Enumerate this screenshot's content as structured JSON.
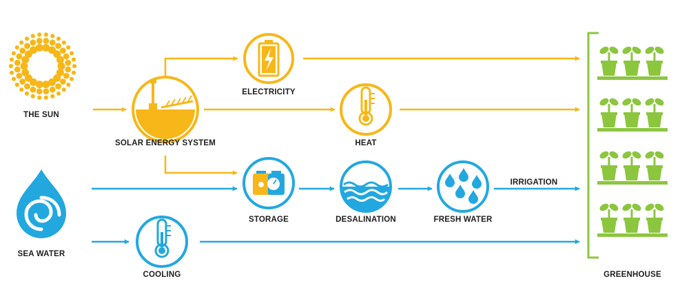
{
  "labels": {
    "sun": "THE SUN",
    "solar_system": "SOLAR ENERGY SYSTEM",
    "electricity": "ELECTRICITY",
    "heat": "HEAT",
    "storage": "STORAGE",
    "desalination": "DESALINATION",
    "fresh_water": "FRESH WATER",
    "irrigation": "IRRIGATION",
    "sea_water": "SEA WATER",
    "cooling": "COOLING",
    "greenhouse": "GREENHOUSE"
  },
  "colors": {
    "solar": "#f7b718",
    "water": "#22a8df",
    "greenhouse": "#8cc63f",
    "text": "#1e1e1e"
  },
  "icons": {
    "sun": "sun-icon",
    "solar_system": "solar-panel-icon",
    "electricity": "battery-icon",
    "heat": "thermometer-icon",
    "storage": "storage-tank-icon",
    "desalination": "waves-icon",
    "fresh_water": "water-drops-icon",
    "sea_water": "water-drop-swirl-icon",
    "cooling": "thermometer-icon",
    "greenhouse": "plant-pot-icon"
  }
}
